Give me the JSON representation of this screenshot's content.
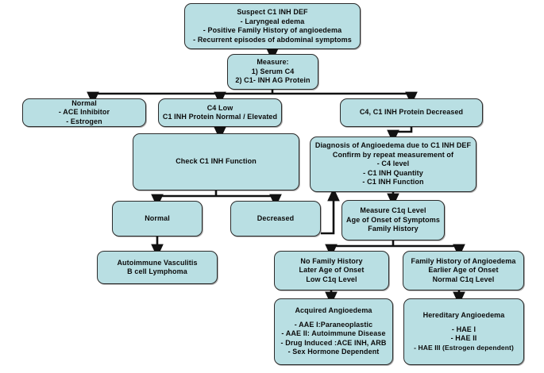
{
  "diagram": {
    "title": "C1 INH Deficiency / Angioedema Diagnostic Algorithm",
    "background_color": "#ffffff",
    "node_fill_color": "#b9dfe3",
    "node_border_color": "#2b2b2b",
    "connector_color": "#111111",
    "text_color": "#0b0b0b"
  },
  "nodes": {
    "suspect": {
      "id": "suspect",
      "lines": [
        "Suspect C1 INH DEF",
        "- Laryngeal edema",
        "- Positive Family History of angioedema",
        "- Recurrent episodes of abdominal symptoms"
      ]
    },
    "measure": {
      "id": "measure",
      "lines": [
        "Measure:",
        "1) Serum C4",
        "2) C1- INH AG Protein"
      ]
    },
    "normal_ace": {
      "id": "normal-ace-estrogen",
      "lines": [
        "Normal",
        "- ACE Inhibitor",
        "-  Estrogen"
      ]
    },
    "c4_low": {
      "id": "c4-low",
      "lines": [
        "C4 Low",
        "C1 INH Protein Normal / Elevated"
      ]
    },
    "c4_c1_decreased": {
      "id": "c4-c1-inh-protein-decreased",
      "lines": [
        "C4, C1 INH Protein Decreased"
      ]
    },
    "check_function": {
      "id": "check-c1-inh-function",
      "lines": [
        "Check C1 INH Function"
      ]
    },
    "diagnosis": {
      "id": "diagnosis-of-angioedema",
      "lines": [
        "Diagnosis of Angioedema due to C1 INH DEF",
        "Confirm by repeat measurement of",
        "- C4 level",
        "- C1 INH Quantity",
        "- C1 INH Function"
      ]
    },
    "fn_normal": {
      "id": "function-normal",
      "lines": [
        "Normal"
      ]
    },
    "fn_decreased": {
      "id": "function-decreased",
      "lines": [
        "Decreased"
      ]
    },
    "measure_c1q": {
      "id": "measure-c1q-level",
      "lines": [
        "Measure C1q Level",
        "Age of Onset of Symptoms",
        "Family History"
      ]
    },
    "autoimmune": {
      "id": "autoimmune-vasculitis",
      "lines": [
        "Autoimmune Vasculitis",
        "B cell Lymphoma"
      ]
    },
    "no_family_history": {
      "id": "no-family-history",
      "lines": [
        "No Family History",
        "Later Age of Onset",
        "Low C1q Level"
      ]
    },
    "family_history": {
      "id": "family-history-of-angioedema",
      "lines": [
        "Family History of Angioedema",
        "Earlier Age of Onset",
        "Normal C1q Level"
      ]
    },
    "acquired": {
      "id": "acquired-angioedema",
      "title": "Acquired Angioedema",
      "lines": [
        "- AAE I:Paraneoplastic",
        "- AAE II: Autoimmune Disease",
        "- Drug Induced :ACE INH, ARB",
        "- Sex Hormone Dependent"
      ]
    },
    "hereditary": {
      "id": "hereditary-angioedema",
      "title": "Hereditary Angioedema",
      "lines": [
        "- HAE I",
        "- HAE II",
        "- HAE III (Estrogen dependent)"
      ]
    }
  }
}
